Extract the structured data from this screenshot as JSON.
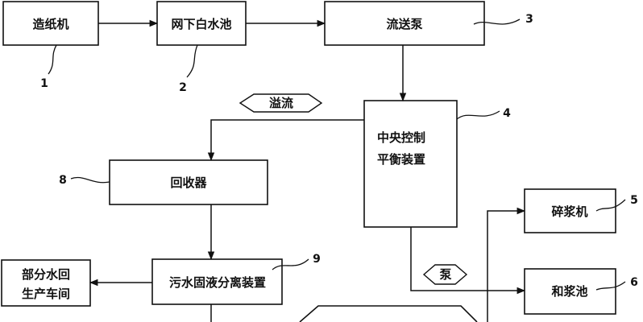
{
  "diagram": {
    "nodes": {
      "paper_machine": "造纸机",
      "white_water_pit": "网下白水池",
      "flow_pump": "流送泵",
      "central_control_line1": "中央控制",
      "central_control_line2": "平衡装置",
      "recycler": "回收器",
      "sewage_separator": "污水固液分离装置",
      "return_water_line1": "部分水回",
      "return_water_line2": "生产车间",
      "pulper": "碎浆机",
      "mixing_pit": "和浆池"
    },
    "edge_labels": {
      "overflow": "溢流",
      "pump": "泵"
    },
    "callouts": {
      "n1": "1",
      "n2": "2",
      "n3": "3",
      "n4": "4",
      "n5": "5",
      "n6": "6",
      "n8": "8",
      "n9": "9"
    },
    "colors": {
      "stroke": "#111111",
      "background": "#ffffff"
    }
  }
}
